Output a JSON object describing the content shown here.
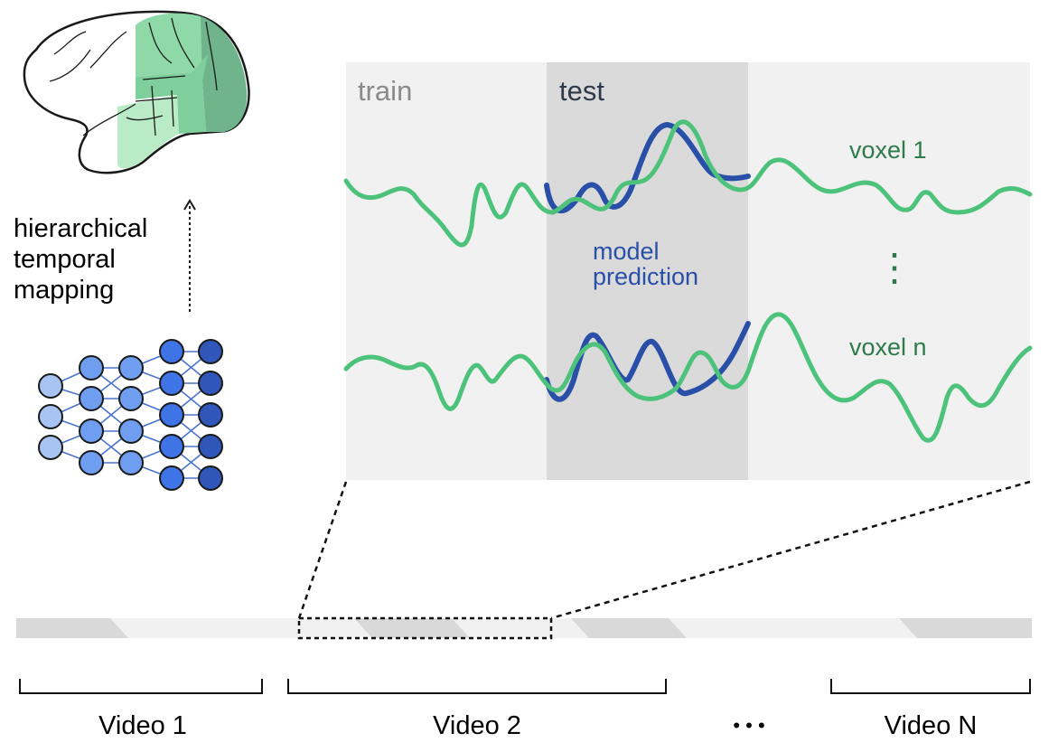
{
  "mapping_label": [
    "hierarchical",
    "temporal",
    "mapping"
  ],
  "panel": {
    "train_label": "train",
    "test_label": "test",
    "prediction_label": [
      "model",
      "prediction"
    ],
    "voxel_top_label": "voxel 1",
    "voxel_bottom_label": "voxel n",
    "vertical_ellipsis": "⋮"
  },
  "timeline": {
    "videos": [
      "Video 1",
      "Video 2",
      "Video N"
    ],
    "ellipsis": "• • •"
  },
  "colors": {
    "brain_green_light": "#bfe9c9",
    "brain_green_mid": "#86d4a0",
    "brain_green_dark": "#6ab48a",
    "signal_green": "#4cc27a",
    "prediction_blue": "#2a4fa8",
    "train_bg": "#f1f1f1",
    "test_bg": "#dadada",
    "node_light": "#a7c4f2",
    "node_mid": "#6f9ef0",
    "node_strong": "#3f74e6",
    "node_dark": "#2f56b8"
  }
}
